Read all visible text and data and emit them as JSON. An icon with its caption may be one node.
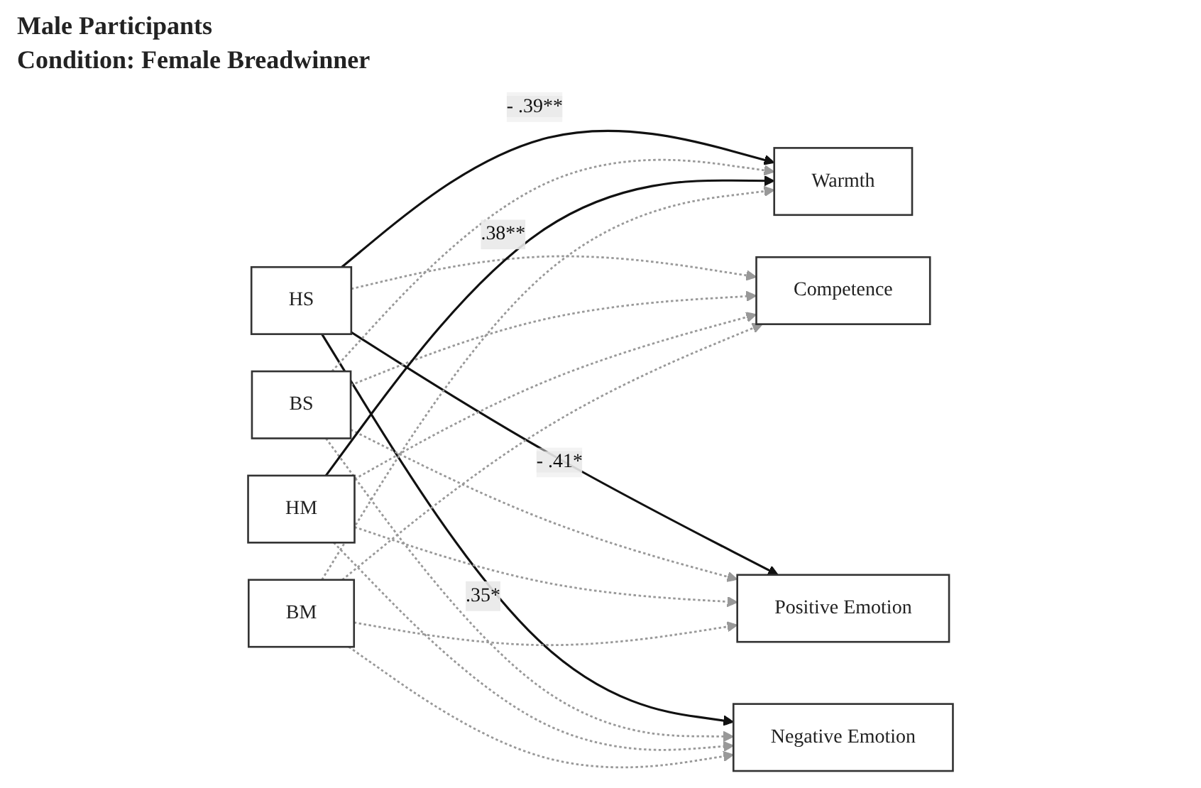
{
  "diagram": {
    "title": "Male Participants",
    "nodes": [
      {
        "text": [
          "HS"
        ]
      },
      {
        "text": [
          "BS"
        ]
      },
      {
        "text": [
          "HM"
        ]
      },
      {
        "text": [
          "BM"
        ]
      },
      {
        "text": [
          "Warmth"
        ]
      },
      {
        "text": [
          "Competence"
        ]
      },
      {
        "text": [
          "Positive Emotion"
        ]
      },
      {
        "text": [
          "Negative Emotion"
        ]
      }
    ],
    "edges": [
      {
        "from": 0,
        "to": 4,
        "arrow": "to",
        "label": "- .39**",
        "color": "#111111"
      },
      {
        "from": 0,
        "to": 5,
        "arrow": "to",
        "style": "dashed",
        "color": "#999999"
      },
      {
        "from": 0,
        "to": 6,
        "arrow": "to",
        "label": "- .41*",
        "color": "#111111"
      },
      {
        "from": 0,
        "to": 7,
        "arrow": "to",
        "label": ".35*",
        "color": "#111111"
      },
      {
        "from": 1,
        "to": 4,
        "arrow": "to",
        "style": "dashed",
        "color": "#999999"
      },
      {
        "from": 1,
        "to": 5,
        "arrow": "to",
        "style": "dashed",
        "color": "#999999"
      },
      {
        "from": 1,
        "to": 6,
        "arrow": "to",
        "style": "dashed",
        "color": "#999999"
      },
      {
        "from": 1,
        "to": 7,
        "arrow": "to",
        "style": "dashed",
        "color": "#999999"
      },
      {
        "from": 2,
        "to": 4,
        "arrow": "to",
        "label": ".38**",
        "color": "#111111"
      },
      {
        "from": 2,
        "to": 5,
        "arrow": "to",
        "style": "dashed",
        "color": "#999999"
      },
      {
        "from": 2,
        "to": 6,
        "arrow": "to",
        "style": "dashed",
        "color": "#999999"
      },
      {
        "from": 2,
        "to": 7,
        "arrow": "to",
        "style": "dashed",
        "color": "#999999"
      },
      {
        "from": 3,
        "to": 4,
        "arrow": "to",
        "style": "dashed",
        "color": "#999999"
      },
      {
        "from": 3,
        "to": 5,
        "arrow": "to",
        "style": "dashed",
        "color": "#999999"
      },
      {
        "from": 3,
        "to": 6,
        "arrow": "to",
        "style": "dashed",
        "color": "#999999"
      },
      {
        "from": 3,
        "to": 7,
        "arrow": "to",
        "style": "dashed",
        "color": "#999999"
      }
    ],
    "labels": [
      "Condition: Female Breadwinner"
    ]
  }
}
